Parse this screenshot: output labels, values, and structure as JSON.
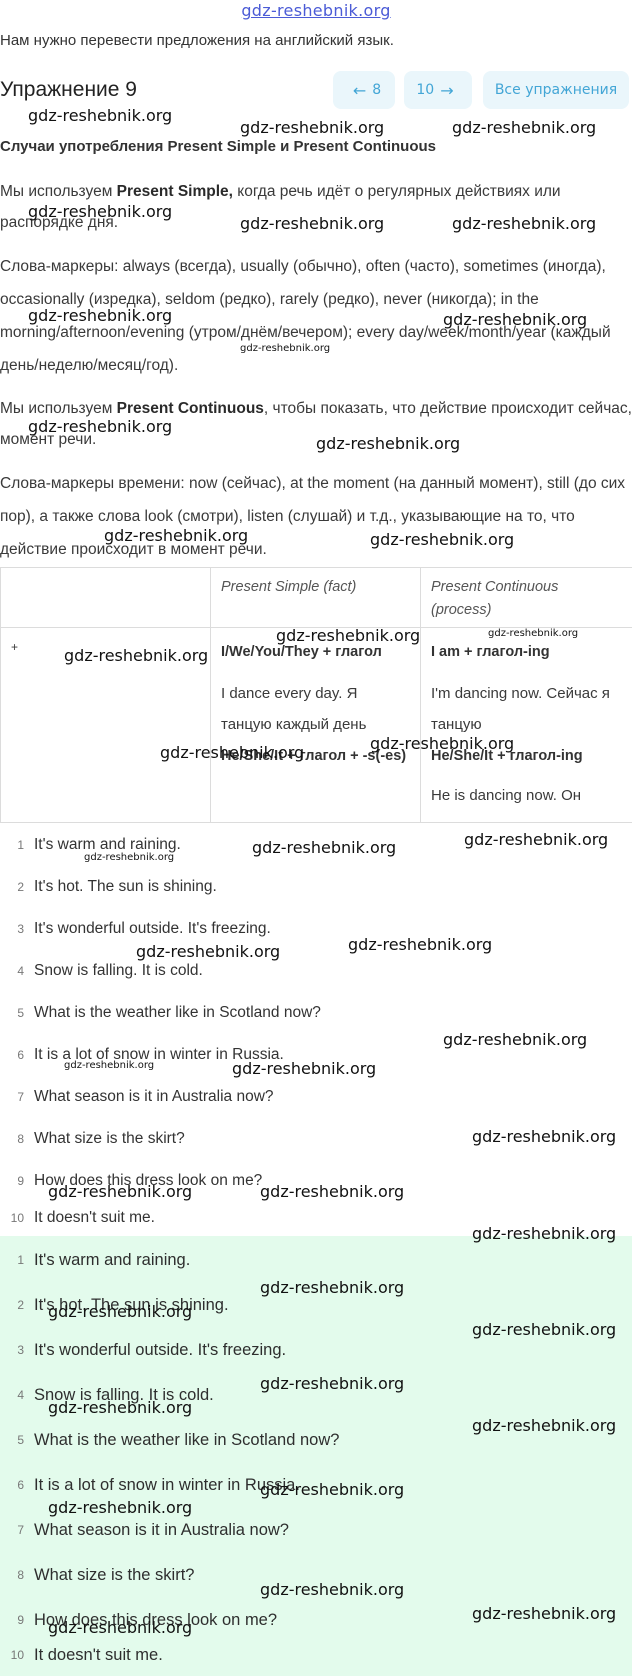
{
  "site": {
    "title": "gdz-reshebnik.org"
  },
  "intro": "Нам нужно перевести предложения на английский язык.",
  "exercise": {
    "title": "Упражнение 9",
    "prev_label": "8",
    "prev_icon": "arrow-left-icon",
    "next_label": "10",
    "next_icon": "arrow-right-icon",
    "all_label": "Все упражнения"
  },
  "section_heading": "Случаи употребления Present Simple и Present Continuous",
  "paragraphs": {
    "p1_pre": "Мы используем ",
    "p1_bold": "Present Simple,",
    "p1_post": " когда речь идёт о регулярных действиях или распорядке дня.",
    "p2": "Слова-маркеры: always (всегда), usually (обычно), often (часто), sometimes (иногда), occasionally (изредка), seldom (редко), rarely (редко), never (никогда); in the morning/afternoon/evening (утром/днём/вечером); every day/week/month/year (каждый день/неделю/месяц/год).",
    "p3_pre": "Мы используем ",
    "p3_bold": "Present Continuous",
    "p3_post": ", чтобы показать, что действие происходит сейчас, момент речи.",
    "p4": "Слова-маркеры времени: now (сейчас), at the moment (на данный момент), still (до сих пор), а также слова look (смотри), listen (слушай) и т.д., указывающие на то, что действие происходит в момент речи."
  },
  "table": {
    "header_simple": "Present Simple (fact)",
    "header_continuous": "Present Continuous (process)",
    "row_sign": "+",
    "simple_formula_1": "I/We/You/They + глагол",
    "simple_example_1": "I dance every day. Я танцую каждый день",
    "simple_formula_2": "He/She/It + глагол + -s(-es)",
    "cont_formula_1": "I am + глагол-ing",
    "cont_example_1": "I'm dancing now. Сейчас я танцую",
    "cont_formula_2": "He/She/It + глагол-ing",
    "cont_example_2": "He is dancing now. Он"
  },
  "sentences": [
    {
      "num": "1",
      "text": "It's warm and raining."
    },
    {
      "num": "2",
      "text": "It's hot. The sun is shining."
    },
    {
      "num": "3",
      "text": "It's wonderful outside. It's freezing."
    },
    {
      "num": "4",
      "text": "Snow is falling. It is cold."
    },
    {
      "num": "5",
      "text": "What is the weather like in Scotland now?"
    },
    {
      "num": "6",
      "text": "It is a lot of snow in winter in Russia."
    },
    {
      "num": "7",
      "text": "What season is it in Australia now?"
    },
    {
      "num": "8",
      "text": "What size is the skirt?"
    },
    {
      "num": "9",
      "text": "How does this dress look on me?"
    },
    {
      "num": "10",
      "text": "It doesn't suit me."
    }
  ],
  "answers": [
    {
      "num": "1",
      "text": "It's warm and raining."
    },
    {
      "num": "2",
      "text": "It's hot. The sun is shining."
    },
    {
      "num": "3",
      "text": "It's wonderful outside. It's freezing."
    },
    {
      "num": "4",
      "text": "Snow is falling. It is cold."
    },
    {
      "num": "5",
      "text": "What is the weather like in Scotland now?"
    },
    {
      "num": "6",
      "text": "It is a lot of snow in winter in Russia."
    },
    {
      "num": "7",
      "text": "What season is it in Australia now?"
    },
    {
      "num": "8",
      "text": "What size is the skirt?"
    },
    {
      "num": "9",
      "text": "How does this dress look on me?"
    },
    {
      "num": "10",
      "text": "It doesn't suit me."
    }
  ],
  "watermark": "gdz-reshebnik.org"
}
